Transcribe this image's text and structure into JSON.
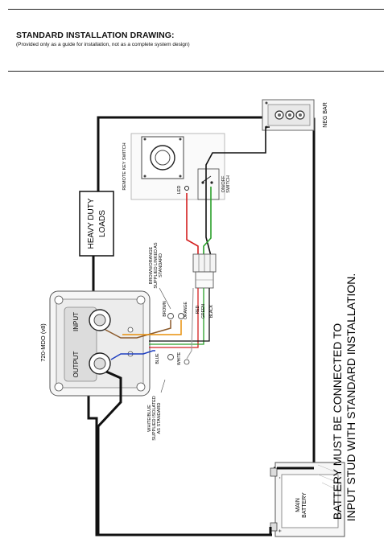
{
  "header": {
    "title": "STANDARD INSTALLATION DRAWING:",
    "subtitle": "(Provided only as a guide for installation, not as a complete system design)"
  },
  "labels": {
    "neg_bar": "NEG BAR",
    "remote_key_switch": "REMOTE KEY SWITCH",
    "on_off_switch_1": "ON/OFF",
    "on_off_switch_2": "SWITCH",
    "led": "LED",
    "heavy_duty_loads_1": "HEAVY DUTY",
    "heavy_duty_loads_2": "LOADS",
    "brown_orange_note_1": "BROWN/ORANGE",
    "brown_orange_note_2": "SUPPLIED LINKED AS",
    "brown_orange_note_3": "STANDARD",
    "model": "720-MDO (v8)",
    "input": "INPUT",
    "output": "OUTPUT",
    "brown": "BROWN",
    "orange": "ORANGE",
    "blue": "BLUE",
    "white": "WHITE",
    "red": "RED",
    "green": "GREEN",
    "black": "BLACK",
    "white_blue_note_1": "WHITE/BLUE",
    "white_blue_note_2": "SUPPLIED ISOLATED",
    "white_blue_note_3": "AS STANDARD",
    "main_battery_1": "MAIN",
    "main_battery_2": "BATTERY",
    "battery_minus": "-",
    "battery_plus": "+",
    "warning_1": "BATTERY MUST BE CONNECTED TO",
    "warning_2": "INPUT STUD WITH STANDARD INSTALLATION."
  },
  "colors": {
    "cable": "#111111",
    "red_wire": "#d42020",
    "green_wire": "#2aa02a",
    "brown_wire": "#8b5a2b",
    "orange_wire": "#e8900c",
    "blue_wire": "#1f3fc0"
  }
}
